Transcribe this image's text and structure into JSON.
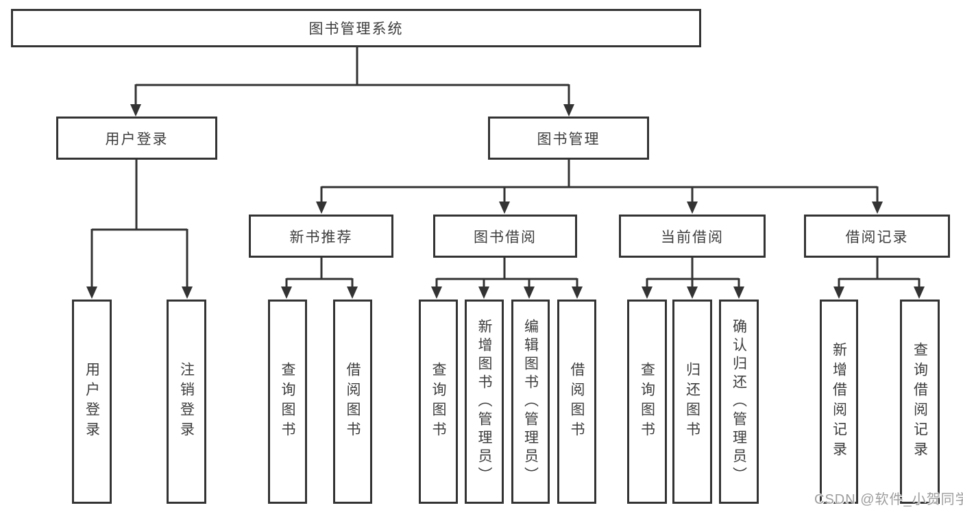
{
  "diagram": {
    "type": "functional-structure-tree",
    "background_color": "#ffffff",
    "line_color": "#333333",
    "text_color": "#3d3d3d",
    "watermark_color": "#9d9d9d",
    "watermark": "CSDN @软件_小贺同学"
  },
  "tree": {
    "root": "图书管理系统",
    "branches": [
      {
        "label": "用户登录",
        "children": [
          "用户登录",
          "注销登录"
        ]
      },
      {
        "label": "图书管理",
        "groups": [
          {
            "label": "新书推荐",
            "children": [
              "查询图书",
              "借阅图书"
            ]
          },
          {
            "label": "图书借阅",
            "children": [
              "查询图书",
              "新增图书（管理员）",
              "编辑图书（管理员）",
              "借阅图书"
            ]
          },
          {
            "label": "当前借阅",
            "children": [
              "查询图书",
              "归还图书",
              "确认归还（管理员）"
            ]
          },
          {
            "label": "借阅记录",
            "children": [
              "新增借阅记录",
              "查询借阅记录"
            ]
          }
        ]
      }
    ]
  }
}
